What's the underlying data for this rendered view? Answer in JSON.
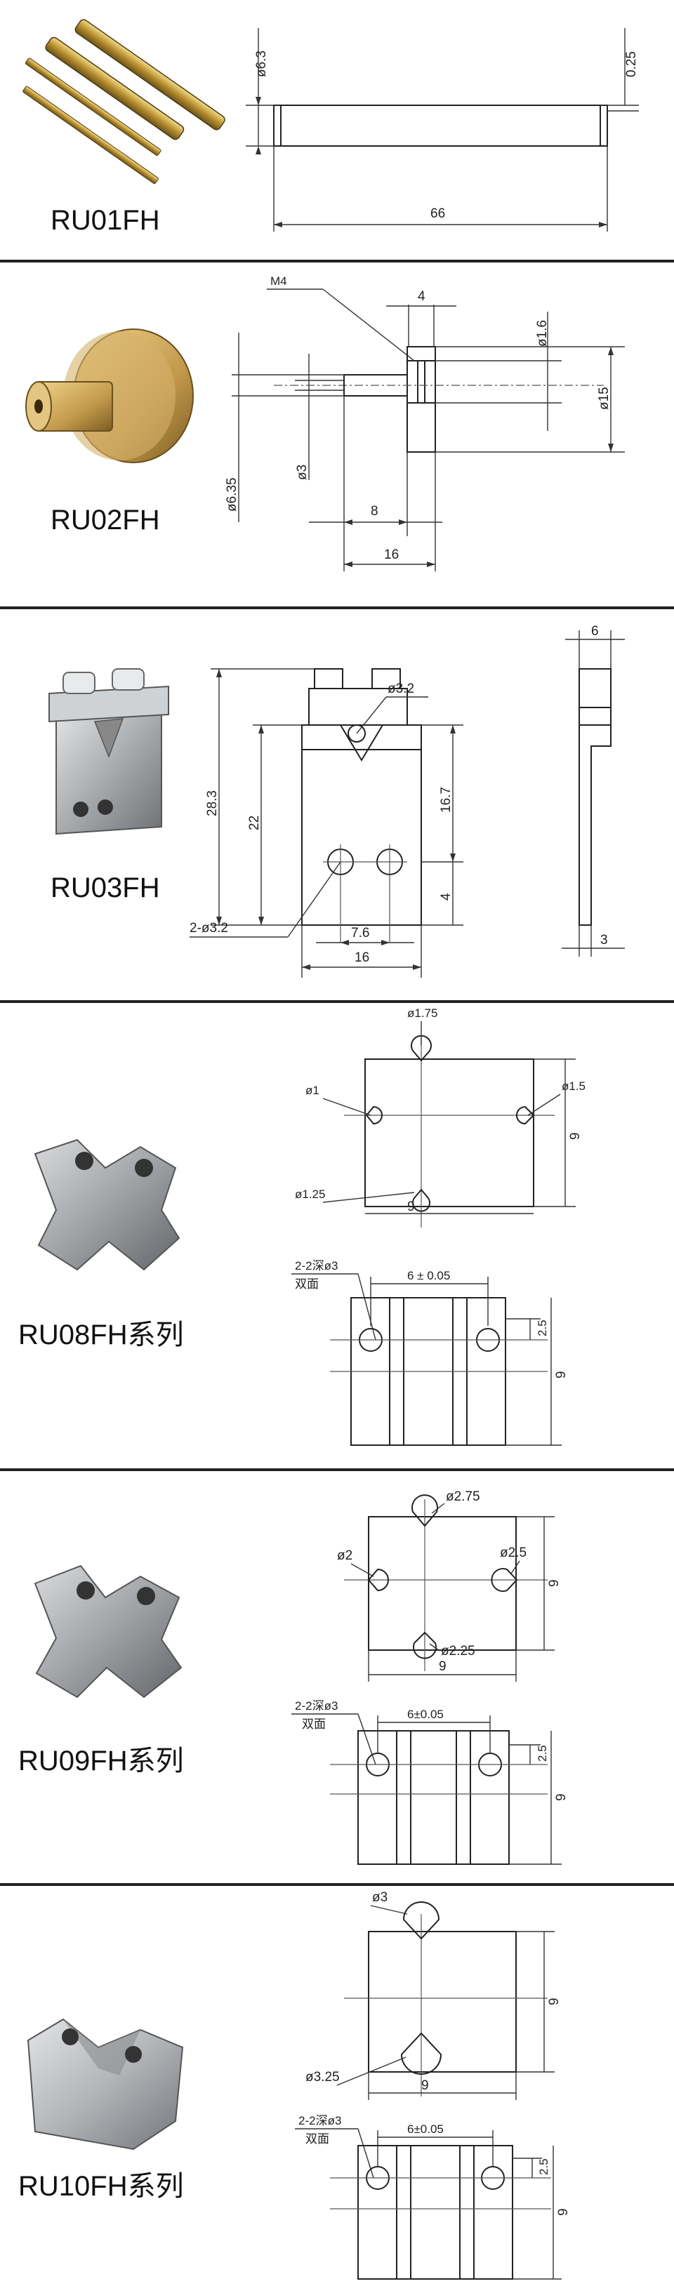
{
  "parts": [
    {
      "name": "RU01FH",
      "dims": {
        "dia": "ø6.3",
        "len": "66",
        "chamfer": "0.25"
      }
    },
    {
      "name": "RU02FH",
      "dims": {
        "thread": "M4",
        "w4": "4",
        "d16": "ø1.6",
        "d15": "ø15",
        "d635": "ø6.35",
        "d3": "ø3",
        "l8": "8",
        "l16": "16"
      }
    },
    {
      "name": "RU03FH",
      "dims": {
        "d32": "ø3.2",
        "h283": "28.3",
        "h22": "22",
        "h167": "16.7",
        "h4": "4",
        "holes": "2-ø3.2",
        "w76": "7.6",
        "w16": "16",
        "t6": "6",
        "t3": "3"
      }
    },
    {
      "name": "RU08FH系列",
      "dims": {
        "d175": "ø1.75",
        "d1": "ø1",
        "d15": "ø1.5",
        "d125": "ø1.25",
        "s9a": "9",
        "s9b": "9",
        "hole": "2-2深ø3",
        "both": "双面",
        "pitch": "6 ± 0.05",
        "h25": "2.5",
        "h9": "9"
      }
    },
    {
      "name": "RU09FH系列",
      "dims": {
        "d275": "ø2.75",
        "d2": "ø2",
        "d25": "ø2.5",
        "d225": "ø2.25",
        "s9a": "9",
        "s9b": "9",
        "hole": "2-2深ø3",
        "both": "双面",
        "pitch": "6±0.05",
        "h25": "2.5",
        "h9": "9"
      }
    },
    {
      "name": "RU10FH系列",
      "dims": {
        "d3": "ø3",
        "d325": "ø3.25",
        "s9a": "9",
        "s9b": "9",
        "hole": "2-2深ø3",
        "both": "双面",
        "pitch": "6±0.05",
        "h25": "2.5",
        "h9": "9"
      }
    }
  ],
  "colors": {
    "separator": "#222222",
    "brass": "#c9a44a",
    "steel": "#a9acae"
  }
}
